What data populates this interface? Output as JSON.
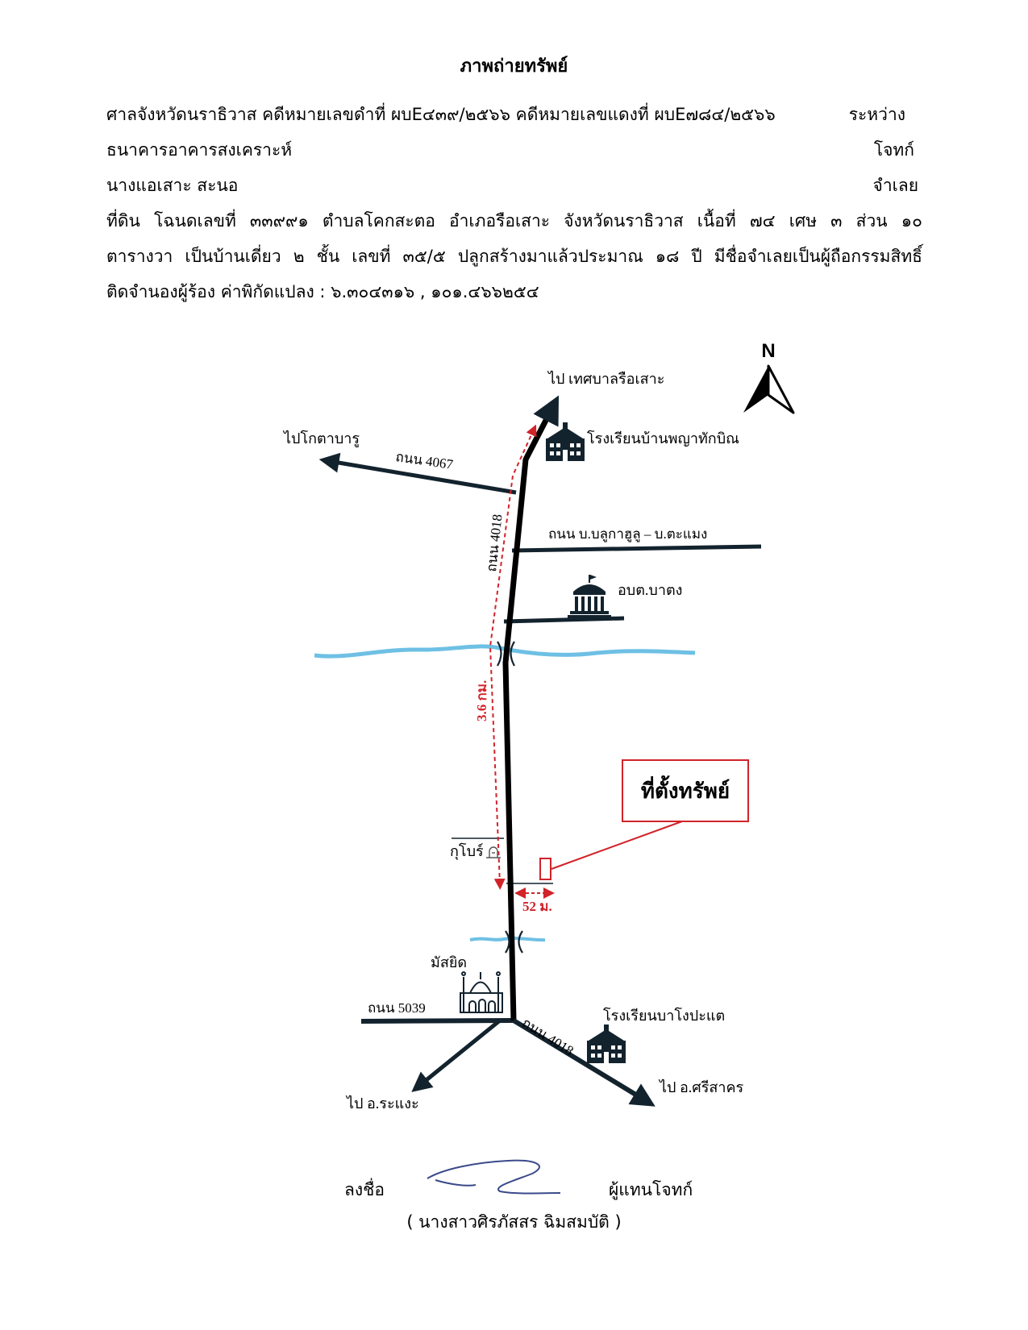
{
  "document": {
    "title": "ภาพถ่ายทรัพย์",
    "court_line": "ศาลจังหวัดนราธิวาส คดีหมายเลขดำที่ ผบE๔๓๙/๒๕๖๖ คดีหมายเลขแดงที่ ผบE๗๘๔/๒๕๖๖",
    "between_label": "ระหว่าง",
    "plaintiff_name": "ธนาคารอาคารสงเคราะห์",
    "plaintiff_label": "โจทก์",
    "defendant_name": "นางแอเสาะ สะนอ",
    "defendant_label": "จำเลย",
    "desc_line1_words": [
      "ที่ดิน",
      "โฉนดเลขที่",
      "๓๓๙๙๑",
      "ตำบลโคกสะตอ",
      "อำเภอรือเสาะ",
      "จังหวัดนราธิวาส",
      "เนื้อที่",
      "๗๔",
      "เศษ",
      "๓",
      "ส่วน",
      "๑๐"
    ],
    "desc_line2_words": [
      "ตารางวา",
      "เป็นบ้านเดี่ยว",
      "๒",
      "ชั้น",
      "เลขที่",
      "๓๕/๕",
      "ปลูกสร้างมาแล้วประมาณ",
      "๑๘",
      "ปี",
      "มีชื่อจำเลยเป็นผู้ถือกรรมสิทธิ์"
    ],
    "desc_line3": "ติดจำนองผู้ร้อง  ค่าพิกัดแปลง  : ๖.๓๐๔๓๑๖ , ๑๐๑.๔๖๖๒๕๔"
  },
  "map": {
    "north_label": "N",
    "to_municipality": "ไป เทศบาลรือเสาะ",
    "school_1": "โรงเรียนบ้านพญาทักบิณ",
    "to_kotabaru": "ไปโกตาบารู",
    "road_4067": "ถนน 4067",
    "road_balukasolo": "ถนน บ.บลูกาฮูลู – บ.ตะแมง",
    "road_4018": "ถนน 4018",
    "sao_office": "อบต.บาตง",
    "distance_main": "3.6 กม.",
    "property_location": "ที่ตั้งทรัพย์",
    "kubo": "กุโบร์",
    "distance_side": "52 ม.",
    "mosque": "มัสยิด",
    "road_5039": "ถนน 5039",
    "road_4018_south": "ถนน 4018",
    "school_2": "โรงเรียนบาโงปะแต",
    "to_rangae": "ไป อ.ระแงะ",
    "to_sisakhon": "ไป อ.ศรีสาคร",
    "colors": {
      "road": "#13232e",
      "river": "#6ec0e4",
      "marker": "#d1232a"
    }
  },
  "signature": {
    "sign_label": "ลงชื่อ",
    "role": "ผู้แทนโจทก์",
    "name": "( นางสาวศิรภัสสร ฉิมสมบัติ )"
  }
}
